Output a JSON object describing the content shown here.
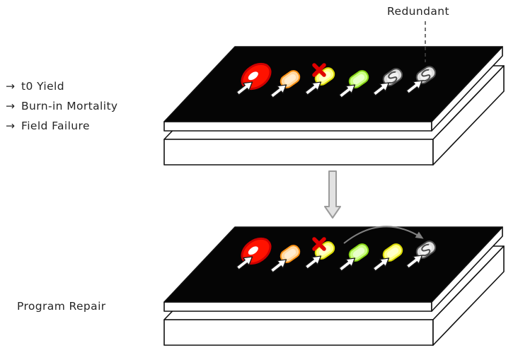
{
  "labels": {
    "redundant": "Redundant",
    "program_repair": "Program Repair",
    "bullets": [
      {
        "arrow": "→",
        "text": "t0 Yield"
      },
      {
        "arrow": "→",
        "text": "Burn-in Mortality"
      },
      {
        "arrow": "→",
        "text": "Field Failure"
      }
    ]
  },
  "colors": {
    "board_black": "#050505",
    "board_white": "#ffffff",
    "text": "#262626",
    "bullet_arrow": "#9aa1a8",
    "transition_arrow_fill": "#e2e2e2",
    "transition_arrow_stroke": "#9b9b9b",
    "repair_arc": "#808080",
    "pointer_fill": "#ffffff",
    "pointer_stroke": "#1a1a1a",
    "dashed_line": "#444444"
  },
  "chips": {
    "top_board": [
      {
        "name": "field-failure-die",
        "kind": "blob",
        "fill": "#ff1200",
        "stroke": "#cc0000",
        "inner": "#ffffff"
      },
      {
        "name": "orange-die",
        "kind": "chip",
        "fill": "#ffd9a3",
        "stroke": "#ff9214",
        "inner": "#ffeccf"
      },
      {
        "name": "burn-in-failed-die",
        "kind": "chip",
        "fill": "#ffff85",
        "stroke": "#d9d900",
        "inner": "#ffffc9",
        "x_color": "#e00000"
      },
      {
        "name": "green-die",
        "kind": "chip",
        "fill": "#ccff85",
        "stroke": "#86d414",
        "inner": "#e8ffc9"
      },
      {
        "name": "spare-die-1",
        "kind": "spare",
        "fill": "#dedede",
        "stroke": "#4d4d4d",
        "inner": "#f2f2f2"
      },
      {
        "name": "spare-die-2",
        "kind": "spare",
        "fill": "#dedede",
        "stroke": "#4d4d4d",
        "inner": "#f2f2f2"
      }
    ],
    "bottom_board": [
      {
        "name": "field-failure-die",
        "kind": "blob",
        "fill": "#ff1200",
        "stroke": "#cc0000",
        "inner": "#ffffff"
      },
      {
        "name": "orange-die",
        "kind": "chip",
        "fill": "#ffd9a3",
        "stroke": "#ff9214",
        "inner": "#ffeccf"
      },
      {
        "name": "burn-in-failed-die",
        "kind": "chip",
        "fill": "#ffff85",
        "stroke": "#d9d900",
        "inner": "#ffffc9",
        "x_color": "#e00000"
      },
      {
        "name": "green-die",
        "kind": "chip",
        "fill": "#ccff85",
        "stroke": "#86d414",
        "inner": "#e8ffc9"
      },
      {
        "name": "activated-spare-die",
        "kind": "chip",
        "fill": "#ffff85",
        "stroke": "#d9d900",
        "inner": "#ffffc9"
      },
      {
        "name": "spare-die",
        "kind": "spare",
        "fill": "#dedede",
        "stroke": "#4d4d4d",
        "inner": "#f2f2f2"
      }
    ]
  }
}
